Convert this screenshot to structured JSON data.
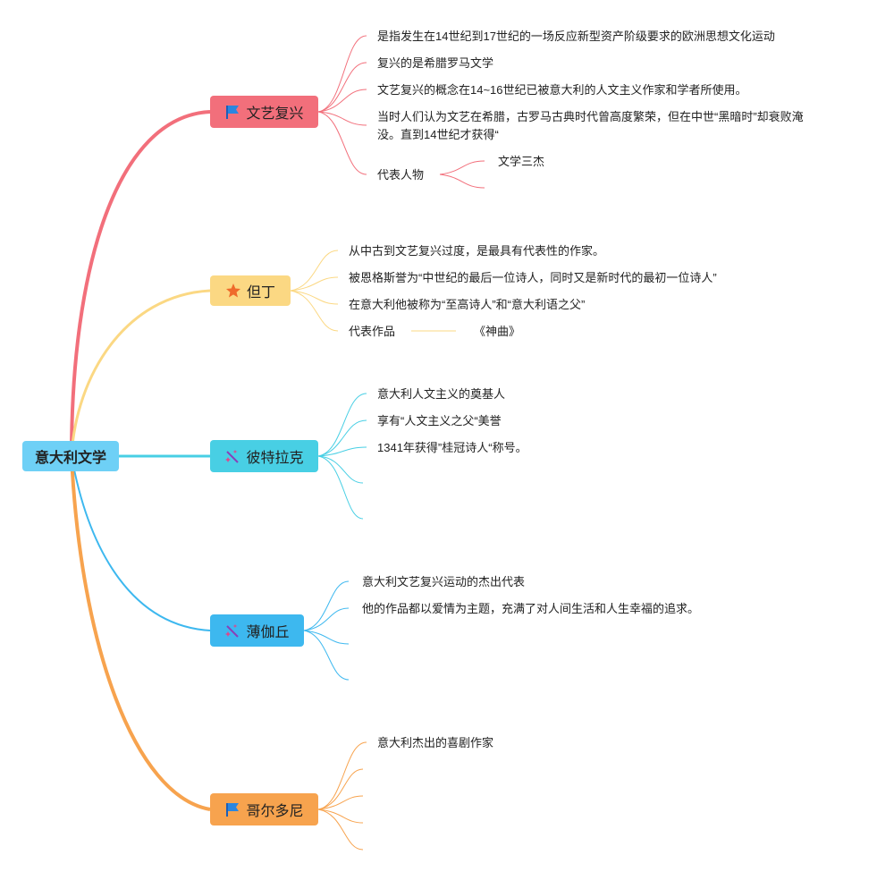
{
  "root": {
    "label": "意大利文学",
    "color": "#6ed0f6"
  },
  "branches": [
    {
      "label": "文艺复兴",
      "color": "#f26f7b",
      "icon": "flag-icon",
      "items": [
        "是指发生在14世纪到17世纪的一场反应新型资产阶级要求的欧洲思想文化运动",
        "复兴的是希腊罗马文学",
        "文艺复兴的概念在14~16世纪已被意大利的人文主义作家和学者所使用。",
        "当时人们认为文艺在希腊，古罗马古典时代曾高度繁荣，但在中世“黑暗时”却衰败淹没。直到14世纪才获得“",
        "代表人物"
      ],
      "sub": [
        "文学三杰"
      ]
    },
    {
      "label": "但丁",
      "color": "#fbd883",
      "icon": "star-icon",
      "items": [
        "从中古到文艺复兴过度，是最具有代表性的作家。",
        "被恩格斯誉为“中世纪的最后一位诗人，同时又是新时代的最初一位诗人”",
        "在意大利他被称为“至高诗人”和“意大利语之父”",
        "代表作品"
      ],
      "sub": [
        "《神曲》"
      ]
    },
    {
      "label": "彼特拉克",
      "color": "#48cfe4",
      "icon": "magic-wand-icon",
      "items": [
        "意大利人文主义的奠基人",
        "享有“人文主义之父“美誉",
        "1341年获得”桂冠诗人“称号。"
      ]
    },
    {
      "label": "薄伽丘",
      "color": "#3db8ef",
      "icon": "magic-wand-icon",
      "items": [
        "意大利文艺复兴运动的杰出代表",
        "他的作品都以爱情为主题，充满了对人间生活和人生幸福的追求。"
      ]
    },
    {
      "label": "哥尔多尼",
      "color": "#f7a34e",
      "icon": "flag-icon",
      "items": [
        "意大利杰出的喜剧作家"
      ]
    }
  ]
}
